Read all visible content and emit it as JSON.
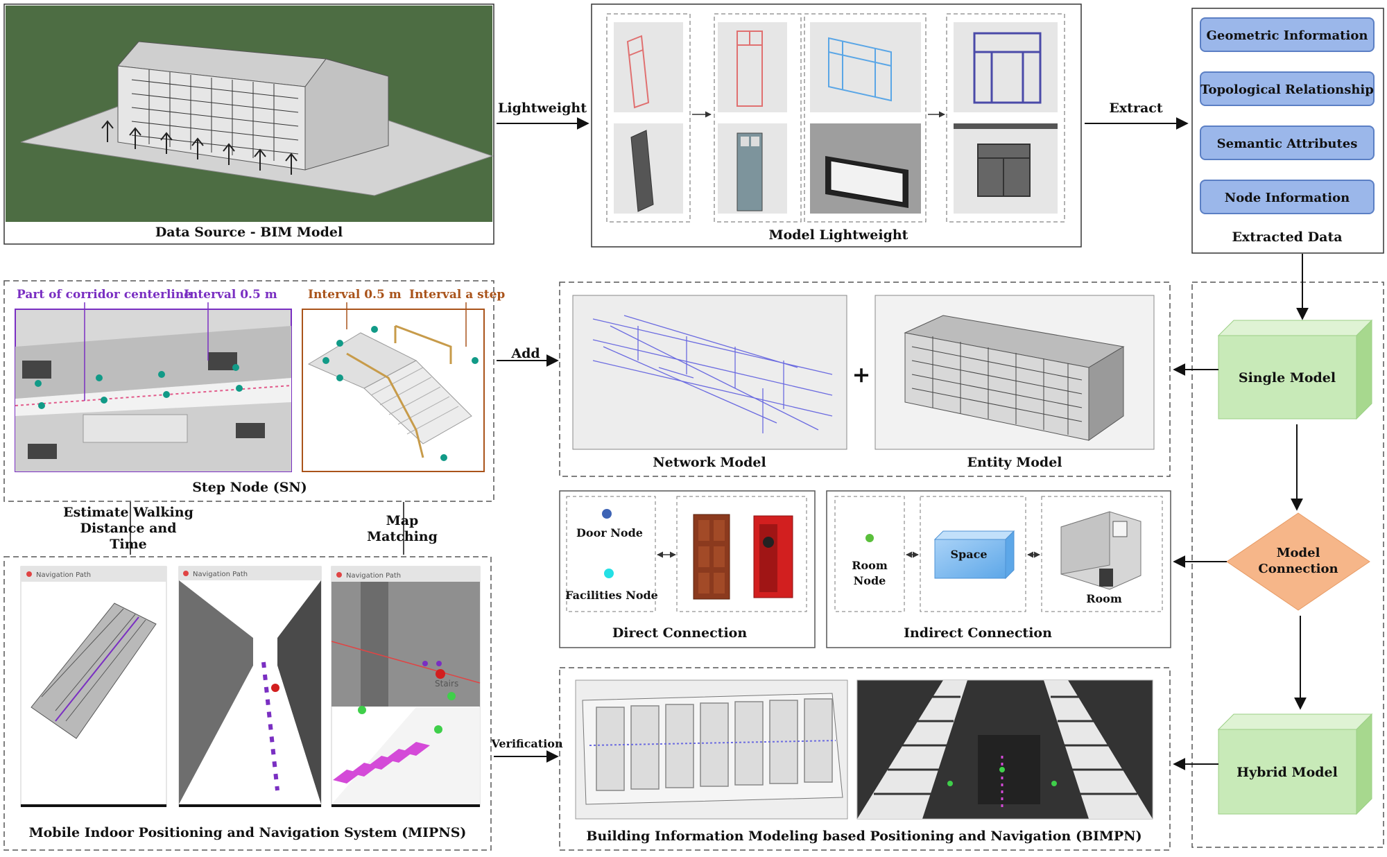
{
  "bim_model": {
    "caption": "Data Source - BIM Model"
  },
  "lightweight": {
    "arrow_label": "Lightweight",
    "caption": "Model Lightweight"
  },
  "extract": {
    "arrow_label": "Extract",
    "caption": "Extracted Data",
    "items": [
      "Geometric Information",
      "Topological  Relationship",
      "Semantic Attributes",
      "Node Information"
    ]
  },
  "step_node": {
    "caption": "Step Node (SN)",
    "corridor_label": "Part of corridor centerline",
    "corridor_interval": "Interval 0.5 m",
    "stair_interval": "Interval 0.5 m",
    "stair_step": "Interval a step"
  },
  "add": {
    "arrow_label": "Add"
  },
  "network": {
    "caption": "Network Model"
  },
  "plus": "+",
  "entity": {
    "caption": "Entity Model"
  },
  "single_model": {
    "label": "Single Model"
  },
  "model_connection": {
    "line1": "Model",
    "line2": "Connection"
  },
  "hybrid_model": {
    "label": "Hybrid Model"
  },
  "direct_connection": {
    "caption": "Direct Connection",
    "door_node": "Door Node",
    "facilities_node": "Facilities Node"
  },
  "indirect_connection": {
    "caption": "Indirect Connection",
    "room_node_1": "Room",
    "room_node_2": "Node",
    "space": "Space",
    "room": "Room"
  },
  "estimate": {
    "line1": "Estimate Walking",
    "line2": "Distance and",
    "line3": "Time"
  },
  "map_matching": {
    "line1": "Map",
    "line2": "Matching"
  },
  "mipns": {
    "caption": "Mobile Indoor Positioning and Navigation System (MIPNS)",
    "screen_title": "Navigation Path",
    "stairs_label": "Stairs"
  },
  "verification": {
    "arrow_label": "Verification"
  },
  "bimpn": {
    "caption": "Building Information Modeling based Positioning and Navigation (BIMPN)"
  },
  "colors": {
    "box_fill": "#9bb7ea",
    "box_stroke": "#5b7fc4",
    "cube_front": "#c8eab8",
    "cube_side": "#a7d88e",
    "diamond": "#f6b689",
    "purple": "#7a2fc2",
    "orange": "#a9531a",
    "ground": "#4d6d43"
  }
}
